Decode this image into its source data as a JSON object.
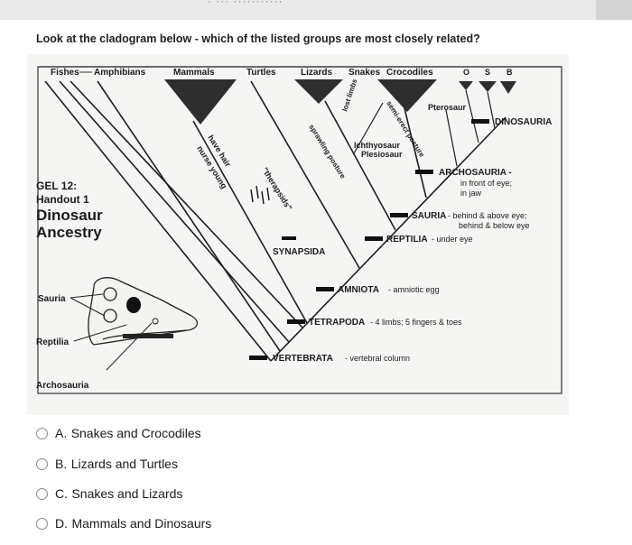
{
  "header": {
    "cut_text": "·  ···  ···········"
  },
  "question": "Look at the cladogram below - which of the listed groups are most closely related?",
  "cladogram": {
    "groups": {
      "fishes": "Fishes",
      "amphibians": "Amphibians",
      "mammals": "Mammals",
      "turtles": "Turtles",
      "lizards": "Lizards",
      "snakes": "Snakes",
      "crocodiles": "Crocodiles",
      "o": "O",
      "s": "S",
      "b": "B"
    },
    "side_labels": {
      "pterosaur": "Pterosaur",
      "dinosauria": "DINOSAURIA",
      "ichthyosaur": "Ichthyosaur",
      "plesiosaur": "Plesiosaur"
    },
    "slanted": {
      "lost_limbs": "lost limbs",
      "semierect": "semi-erect posture",
      "sprawling": "sprawling posture",
      "have_hair": "have hair",
      "nurse_young": "nurse young",
      "therapsids": "\"therapsids\""
    },
    "nodes": {
      "archosauria_title": "ARCHOSAURIA -",
      "archosauria_l1": "in front of eye;",
      "archosauria_l2": "in jaw",
      "sauria_title": "SAURIA",
      "sauria_l1": "- behind & above eye;",
      "sauria_l2": "behind & below eye",
      "reptilia_title": "REPTILIA",
      "reptilia_desc": "- under eye",
      "synapsida": "SYNAPSIDA",
      "amniota_title": "AMNIOTA",
      "amniota_desc": "- amniotic egg",
      "tetrapoda_title": "TETRAPODA",
      "tetrapoda_desc": "- 4 limbs; 5 fingers & toes",
      "vertebrata_title": "VERTEBRATA",
      "vertebrata_desc": "- vertebral column"
    },
    "handout": {
      "l1": "GEL 12:",
      "l2": "Handout 1",
      "l3": "Dinosaur",
      "l4": "Ancestry"
    },
    "skull_labels": {
      "sauria": "Sauria",
      "reptilia": "Reptilia",
      "archosauria": "Archosauria"
    }
  },
  "options": [
    {
      "letter": "A.",
      "text": "Snakes and Crocodiles"
    },
    {
      "letter": "B.",
      "text": "Lizards and Turtles"
    },
    {
      "letter": "C.",
      "text": "Snakes and Lizards"
    },
    {
      "letter": "D.",
      "text": "Mammals and Dinosaurs"
    }
  ]
}
